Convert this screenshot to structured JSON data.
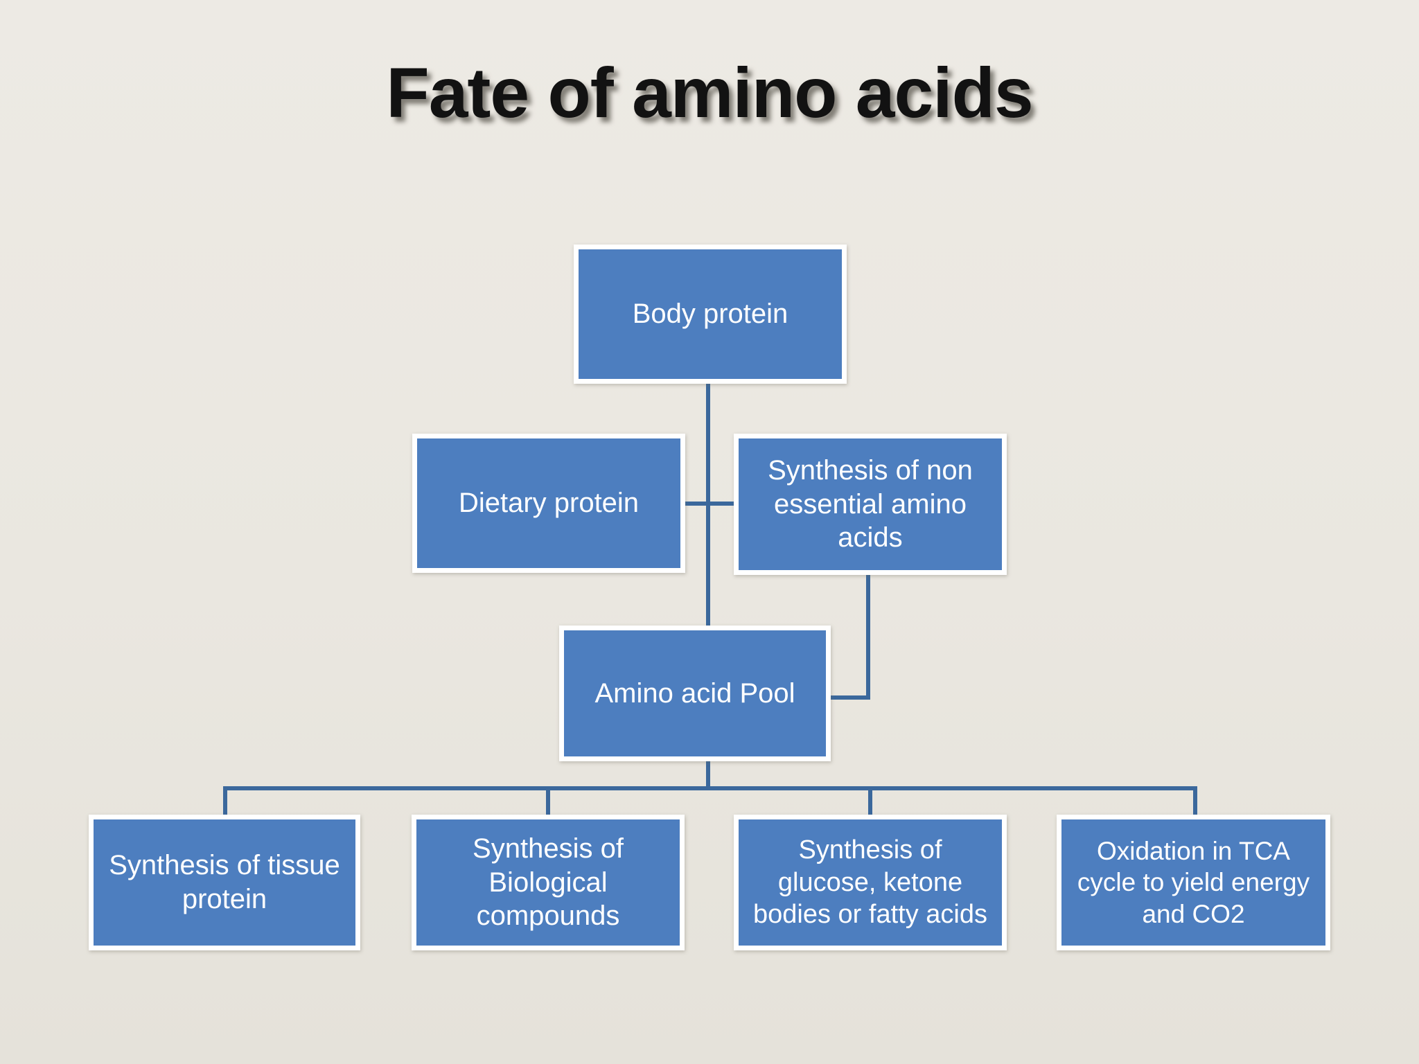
{
  "slide": {
    "title": "Fate of amino acids"
  },
  "colors": {
    "background": "#EAE7E0",
    "box_fill": "#4D7EBF",
    "box_border": "#FFFFFF",
    "box_text": "#FFFFFF",
    "connector": "#3B689C",
    "title_text": "#121212"
  },
  "nodes": {
    "body_protein": {
      "label": "Body protein"
    },
    "dietary_protein": {
      "label": "Dietary protein"
    },
    "synthesis_non_essential": {
      "label": "Synthesis of non\nessential amino\nacids"
    },
    "amino_acid_pool": {
      "label": "Amino acid Pool"
    },
    "synthesis_tissue_protein": {
      "label": "Synthesis of tissue\nprotein"
    },
    "synthesis_biological_compounds": {
      "label": "Synthesis of\nBiological\ncompounds"
    },
    "synthesis_glucose_ketone": {
      "label": "Synthesis of\nglucose, ketone\nbodies or fatty acids"
    },
    "oxidation_tca": {
      "label": "Oxidation  in TCA\ncycle to yield energy\nand CO2"
    }
  },
  "edges": [
    {
      "from": "Body protein",
      "to": "Amino acid Pool"
    },
    {
      "from": "Dietary protein",
      "to": "Amino acid Pool"
    },
    {
      "from": "Synthesis of non essential amino acids",
      "to": "Amino acid Pool"
    },
    {
      "from": "Amino acid Pool",
      "to": "Synthesis of tissue protein"
    },
    {
      "from": "Amino acid Pool",
      "to": "Synthesis of Biological compounds"
    },
    {
      "from": "Amino acid Pool",
      "to": "Synthesis of glucose, ketone bodies or fatty acids"
    },
    {
      "from": "Amino acid Pool",
      "to": "Oxidation in TCA cycle to yield energy and CO2"
    }
  ]
}
